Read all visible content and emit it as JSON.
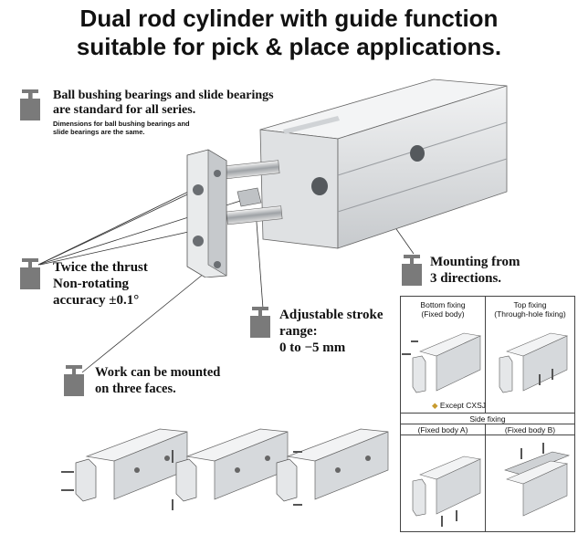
{
  "title": {
    "line1": "Dual rod cylinder with guide function",
    "line2": "suitable for pick & place applications."
  },
  "features": {
    "bearings": {
      "line1": "Ball bushing bearings and slide bearings",
      "line2": "are standard for all series.",
      "note1": "Dimensions for ball bushing bearings and",
      "note2": "slide bearings are the same."
    },
    "thrust": {
      "line1": "Twice the thrust",
      "line2": "Non-rotating",
      "line3": "accuracy ±0.1°"
    },
    "stroke": {
      "line1": "Adjustable stroke",
      "line2": "range:",
      "line3": "0 to −5 mm"
    },
    "work": {
      "line1": "Work can be mounted",
      "line2": "on three faces."
    },
    "mounting": {
      "line1": "Mounting from",
      "line2": "3 directions."
    }
  },
  "mounting_table": {
    "bottom_title": "Bottom fixing",
    "bottom_sub": "(Fixed body)",
    "top_title": "Top fixing",
    "top_sub": "(Through-hole fixing)",
    "except": "Except CXSJ",
    "side_title": "Side fixing",
    "side_a": "(Fixed body A)",
    "side_b": "(Fixed body B)"
  },
  "colors": {
    "icon_gray": "#7a7a7a",
    "body_light": "#e8eaec",
    "body_mid": "#c9ccd0",
    "body_dark": "#8f9398"
  }
}
